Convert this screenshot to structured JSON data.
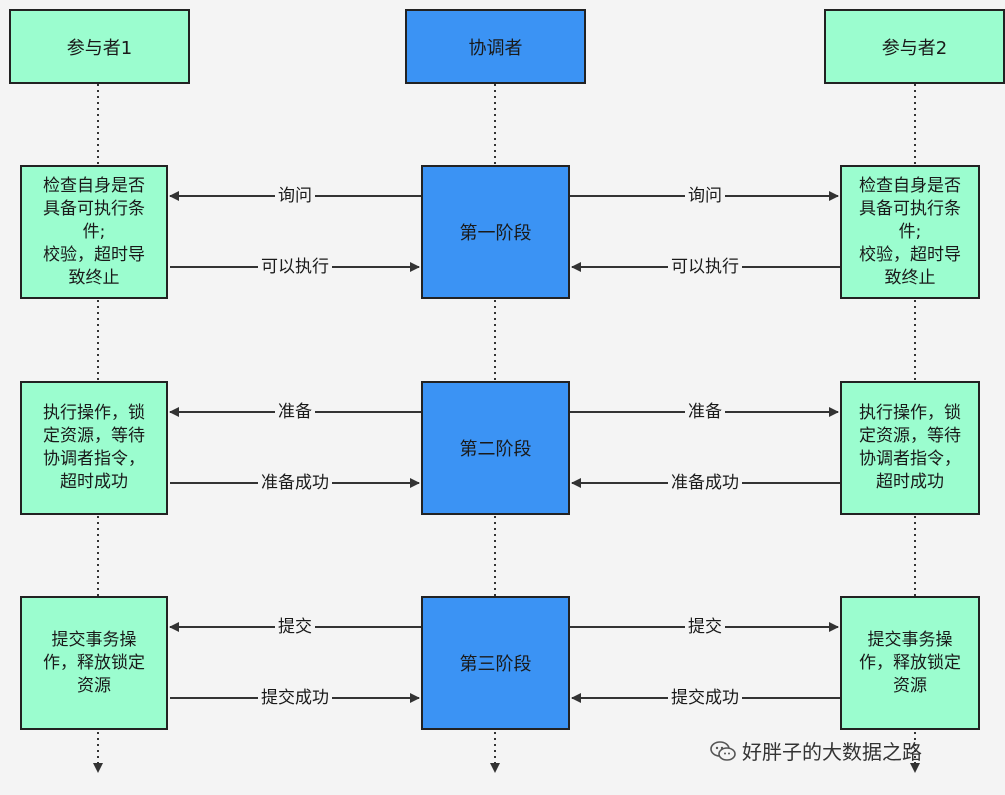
{
  "headers": {
    "p1": "参与者1",
    "coord": "协调者",
    "p2": "参与者2"
  },
  "phases": [
    "第一阶段",
    "第二阶段",
    "第三阶段"
  ],
  "p1_notes": [
    "检查自身是否\n具备可执行条\n件;\n校验，超时导\n致终止",
    "执行操作，锁\n定资源，等待\n协调者指令，\n超时成功",
    "提交事务操\n作，释放锁定\n资源"
  ],
  "p2_notes": [
    "检查自身是否\n具备可执行条\n件;\n校验，超时导\n致终止",
    "执行操作，锁\n定资源，等待\n协调者指令，\n超时成功",
    "提交事务操\n作，释放锁定\n资源"
  ],
  "messages": {
    "left": [
      {
        "top": "询问",
        "bottom": "可以执行"
      },
      {
        "top": "准备",
        "bottom": "准备成功"
      },
      {
        "top": "提交",
        "bottom": "提交成功"
      }
    ],
    "right": [
      {
        "top": "询问",
        "bottom": "可以执行"
      },
      {
        "top": "准备",
        "bottom": "准备成功"
      },
      {
        "top": "提交",
        "bottom": "提交成功"
      }
    ]
  },
  "watermark": "好胖子的大数据之路",
  "colors": {
    "participant": "#9bfdcf",
    "coordinator": "#3b93f4",
    "line": "#333333"
  }
}
